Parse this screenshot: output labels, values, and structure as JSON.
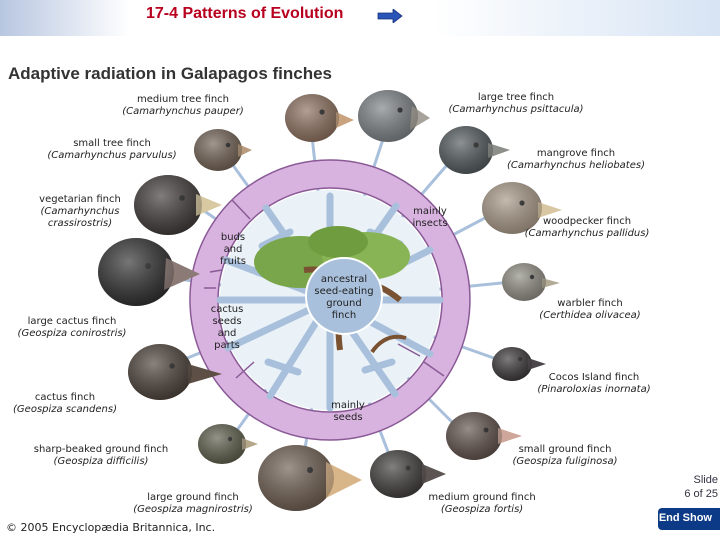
{
  "header": {
    "title": "17-4 Patterns of Evolution"
  },
  "figure": {
    "title": "Adaptive radiation in Galapagos finches",
    "copyright": "© 2005 Encyclopædia Britannica, Inc."
  },
  "center": {
    "label": [
      "ancestral",
      "seed-eating",
      "ground",
      "finch"
    ]
  },
  "diet_labels": {
    "insects": [
      "mainly",
      "insects"
    ],
    "buds": [
      "buds",
      "and",
      "fruits"
    ],
    "cactus": [
      "cactus",
      "seeds",
      "and",
      "parts"
    ],
    "seeds": [
      "mainly",
      "seeds"
    ]
  },
  "finches": [
    {
      "name": "medium tree finch",
      "sci": "(Camarhynchus pauper)"
    },
    {
      "name": "large tree finch",
      "sci": "(Camarhynchus psittacula)"
    },
    {
      "name": "small tree finch",
      "sci": "(Camarhynchus parvulus)"
    },
    {
      "name": "mangrove finch",
      "sci": "(Camarhynchus heliobates)"
    },
    {
      "name": "vegetarian finch",
      "sci": "(Camarhynchus crassirostris)",
      "sci_lines": [
        "(Camarhynchus",
        "crassirostris)"
      ]
    },
    {
      "name": "woodpecker finch",
      "sci": "(Camarhynchus pallidus)"
    },
    {
      "name": "large cactus finch",
      "sci": "(Geospiza conirostris)"
    },
    {
      "name": "warbler finch",
      "sci": "(Certhidea olivacea)"
    },
    {
      "name": "cactus finch",
      "sci": "(Geospiza scandens)"
    },
    {
      "name": "Cocos Island finch",
      "sci": "(Pinaroloxias inornata)"
    },
    {
      "name": "sharp-beaked ground finch",
      "sci": "(Geospiza difficilis)"
    },
    {
      "name": "small ground finch",
      "sci": "(Geospiza fuliginosa)"
    },
    {
      "name": "large ground finch",
      "sci": "(Geospiza magnirostris)"
    },
    {
      "name": "medium ground finch",
      "sci": "(Geospiza fortis)"
    }
  ],
  "navigation": {
    "slide_label": "Slide",
    "slide_position": "6 of 25",
    "end_show_label": "End Show"
  },
  "colors": {
    "title_red": "#b8001e",
    "ring_lavender": "#d9b3e0",
    "ring_stroke": "#8a5a96",
    "branch_blue": "#a9c0dc",
    "nav_blue": "#0d3a86"
  }
}
